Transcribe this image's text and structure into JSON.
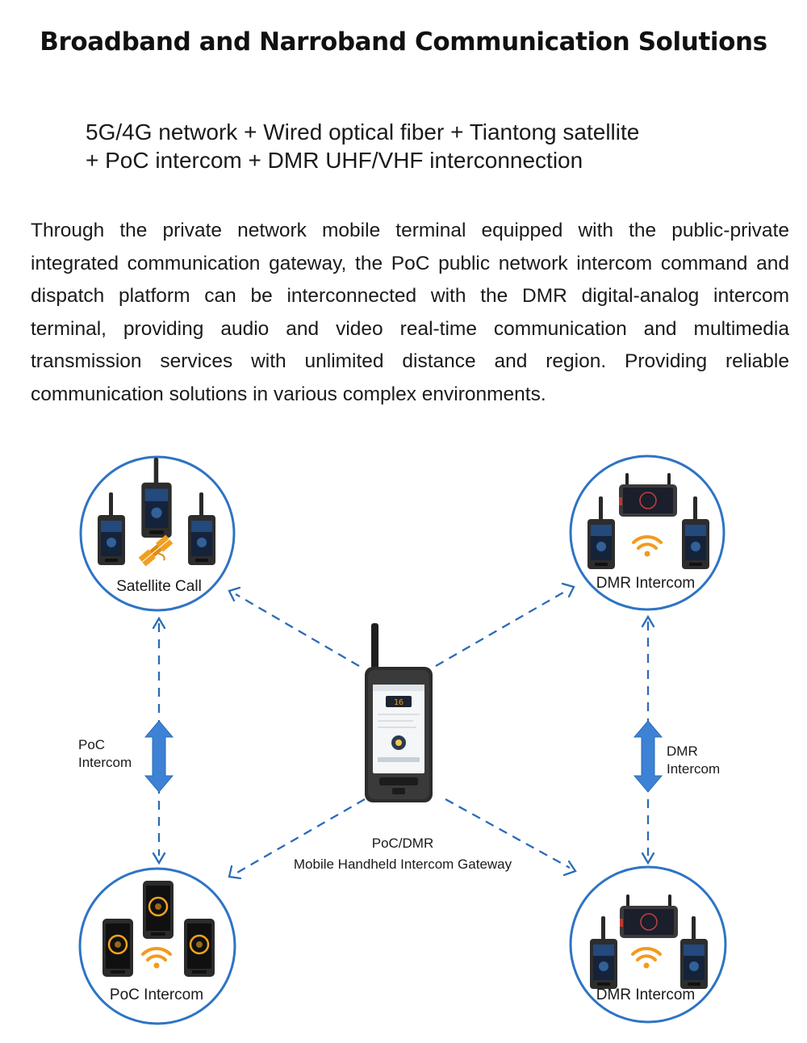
{
  "title": "Broadband and Narroband Communication Solutions",
  "subtitle": {
    "line1": "5G/4G network + Wired optical fiber + Tiantong satellite",
    "line2": "+ PoC intercom + DMR UHF/VHF interconnection"
  },
  "description": "Through the private network mobile terminal equipped with the public-private integrated communication gateway, the PoC public network intercom command and dispatch platform can be interconnected with the DMR digital-analog intercom terminal, providing audio and video real-time communication and multimedia transmission services with unlimited distance and region. Providing reliable communication solutions in various complex environments.",
  "nodes": {
    "top_left": "Satellite Call",
    "top_right": "DMR Intercom",
    "bottom_left": "PoC Intercom",
    "bottom_right": "DMR Intercom"
  },
  "links": {
    "left_line1": "PoC",
    "left_line2": "Intercom",
    "right_line1": "DMR",
    "right_line2": "Intercom"
  },
  "center": {
    "line1": "PoC/DMR",
    "line2": "Mobile Handheld Intercom Gateway",
    "screen_number": "16"
  },
  "colors": {
    "accent_blue": "#2a6cb8",
    "circle_border": "#2e74c4",
    "wifi_orange": "#f39a1e",
    "satellite_orange": "#f0a020"
  },
  "icons": [
    "satellite-icon",
    "wifi-icon",
    "rugged-phone-icon",
    "tablet-icon"
  ]
}
